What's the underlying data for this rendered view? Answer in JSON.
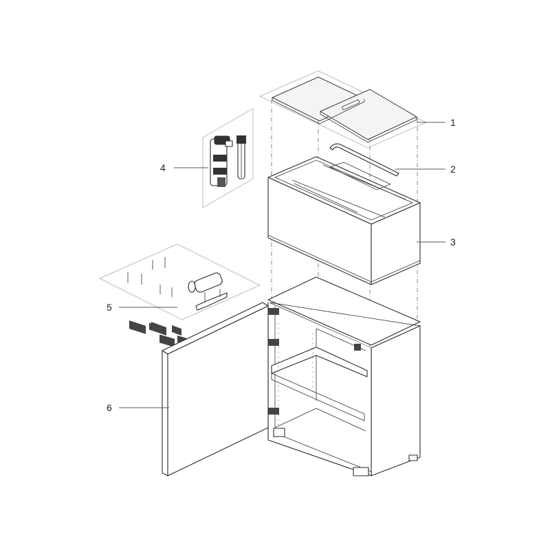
{
  "callouts": [
    {
      "number": "1",
      "label": "cover-lid"
    },
    {
      "number": "2",
      "label": "lighting-bar"
    },
    {
      "number": "3",
      "label": "aquarium-tank"
    },
    {
      "number": "4",
      "label": "filter-and-heater"
    },
    {
      "number": "5",
      "label": "hinge-hardware-set"
    },
    {
      "number": "6",
      "label": "cabinet-door"
    }
  ],
  "colors": {
    "line": "#2a2a2a",
    "leader": "#555555",
    "fill": "#ffffff",
    "dark_part": "#333333"
  }
}
